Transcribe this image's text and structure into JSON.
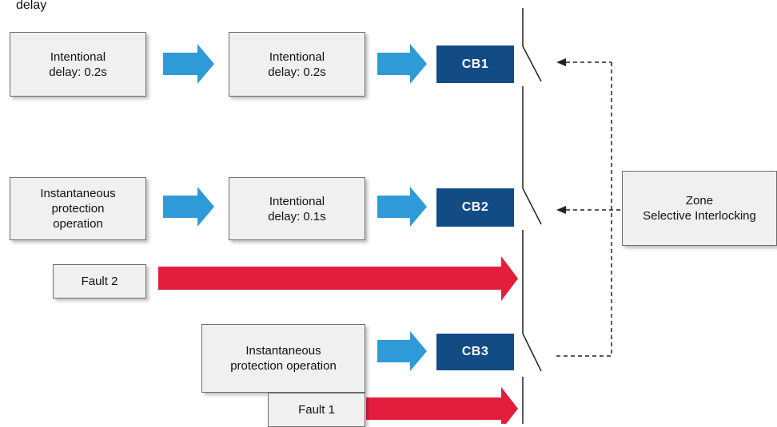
{
  "caption": "delay",
  "boxes": {
    "row1_left": "Intentional\ndelay: 0.2s",
    "row1_mid": "Intentional\ndelay: 0.2s",
    "row2_left": "Instantaneous\nprotection\noperation",
    "row2_mid": "Intentional\ndelay: 0.1s",
    "fault2": "Fault 2",
    "row3_left": "Instantaneous\nprotection operation",
    "fault1": "Fault 1",
    "zsi": "Zone\nSelective Interlocking"
  },
  "breakers": {
    "cb1": "CB1",
    "cb2": "CB2",
    "cb3": "CB3"
  },
  "colors": {
    "blue_arrow": "#2f9ad8",
    "red_arrow": "#e21e3c",
    "breaker_fill": "#134b85",
    "box_fill": "#f0f0f0"
  }
}
